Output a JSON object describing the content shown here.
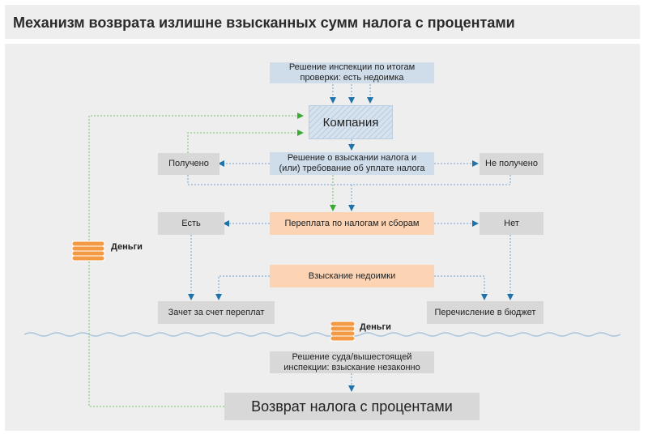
{
  "title": "Механизм возврата излишне взысканных сумм налога с процентами",
  "boxes": {
    "inspection_decision": "Решение инспекции по итогам проверки: есть недоимка",
    "company": "Компания",
    "received": "Получено",
    "collection_decision": "Решение о взыскании налога и (или) требование об уплате налога",
    "not_received": "Не получено",
    "yes": "Есть",
    "overpayment": "Переплата по налогам и сборам",
    "no": "Нет",
    "arrears_collection": "Взыскание недоимки",
    "offset": "Зачет за счет переплат",
    "budget_transfer": "Перечисление в бюджет",
    "court_decision": "Решение суда/вышестоящей инспекции: взыскание незаконно",
    "refund": "Возврат налога с процентами"
  },
  "money_labels": {
    "left": "Деньги",
    "center": "Деньги"
  },
  "icons": {
    "coins": "coin-stack-icon",
    "arrow": "arrow-head-icon"
  },
  "colors": {
    "blue_box": "#cfdce9",
    "grey_box": "#d8d8d8",
    "peach_box": "#fcd4b4",
    "arrow_blue": "#1f73a8",
    "arrow_green": "#3aaa35",
    "line_blue": "#8fb3d3",
    "line_green": "#8fcf86",
    "coins": "#f39a45"
  }
}
